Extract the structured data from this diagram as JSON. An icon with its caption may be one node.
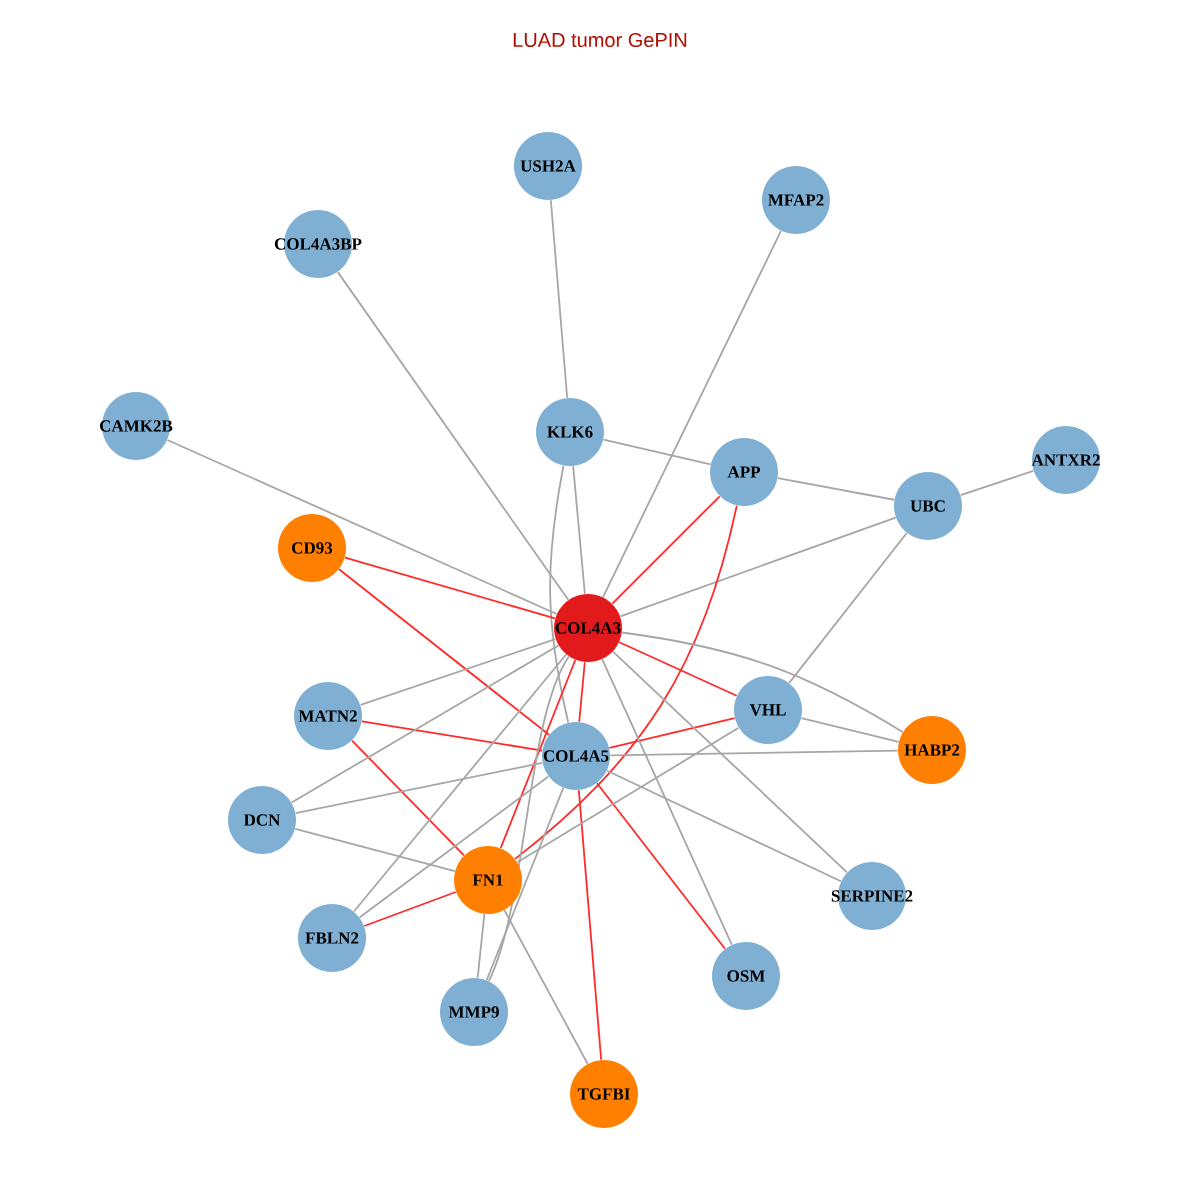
{
  "diagram": {
    "title": "LUAD tumor GePIN",
    "nodes": [
      {
        "text": [
          "USH2A"
        ]
      },
      {
        "text": [
          "MFAP2"
        ]
      },
      {
        "text": [
          "COL4A3BP"
        ]
      },
      {
        "text": [
          "CAMK2B"
        ]
      },
      {
        "text": [
          "KLK6"
        ]
      },
      {
        "text": [
          "APP"
        ]
      },
      {
        "text": [
          "ANTXR2"
        ]
      },
      {
        "text": [
          "UBC"
        ]
      },
      {
        "text": [
          "CD93"
        ]
      },
      {
        "text": [
          "COL4A3"
        ]
      },
      {
        "text": [
          "MATN2"
        ]
      },
      {
        "text": [
          "VHL"
        ]
      },
      {
        "text": [
          "COL4A5"
        ]
      },
      {
        "text": [
          "HABP2"
        ]
      },
      {
        "text": [
          "DCN"
        ]
      },
      {
        "text": [
          "FN1"
        ]
      },
      {
        "text": [
          "SERPINE2"
        ]
      },
      {
        "text": [
          "FBLN2"
        ]
      },
      {
        "text": [
          "OSM"
        ]
      },
      {
        "text": [
          "MMP9"
        ]
      },
      {
        "text": [
          "TGFBI"
        ]
      }
    ],
    "edges": [
      {
        "from": 0,
        "to": 4,
        "arrow": "none"
      },
      {
        "from": 2,
        "to": 9,
        "arrow": "none"
      },
      {
        "from": 3,
        "to": 9,
        "arrow": "none"
      },
      {
        "from": 4,
        "to": 9,
        "arrow": "none"
      },
      {
        "from": 4,
        "to": 12,
        "arrow": "none"
      },
      {
        "from": 4,
        "to": 5,
        "arrow": "none"
      },
      {
        "from": 5,
        "to": 7,
        "arrow": "none"
      },
      {
        "from": 1,
        "to": 9,
        "arrow": "none"
      },
      {
        "from": 7,
        "to": 6,
        "arrow": "none"
      },
      {
        "from": 7,
        "to": 9,
        "arrow": "none"
      },
      {
        "from": 7,
        "to": 11,
        "arrow": "none"
      },
      {
        "from": 8,
        "to": 9,
        "arrow": "none",
        "color": "#ff2a2a"
      },
      {
        "from": 8,
        "to": 12,
        "arrow": "none",
        "color": "#ff2a2a"
      },
      {
        "from": 5,
        "to": 9,
        "arrow": "none",
        "color": "#ff2a2a"
      },
      {
        "from": 5,
        "to": 15,
        "arrow": "none",
        "color": "#ff2a2a"
      },
      {
        "from": 10,
        "to": 12,
        "arrow": "none",
        "color": "#ff2a2a"
      },
      {
        "from": 10,
        "to": 15,
        "arrow": "none",
        "color": "#ff2a2a"
      },
      {
        "from": 9,
        "to": 15,
        "arrow": "none",
        "color": "#ff2a2a"
      },
      {
        "from": 9,
        "to": 12,
        "arrow": "none",
        "color": "#ff2a2a"
      },
      {
        "from": 9,
        "to": 11,
        "arrow": "none",
        "color": "#ff2a2a"
      },
      {
        "from": 11,
        "to": 12,
        "arrow": "none",
        "color": "#ff2a2a"
      },
      {
        "from": 12,
        "to": 20,
        "arrow": "none",
        "color": "#ff2a2a"
      },
      {
        "from": 12,
        "to": 18,
        "arrow": "none",
        "color": "#ff2a2a"
      },
      {
        "from": 15,
        "to": 17,
        "arrow": "none",
        "color": "#ff2a2a"
      },
      {
        "from": 9,
        "to": 10,
        "arrow": "none"
      },
      {
        "from": 9,
        "to": 14,
        "arrow": "none"
      },
      {
        "from": 9,
        "to": 17,
        "arrow": "none"
      },
      {
        "from": 9,
        "to": 19,
        "arrow": "none"
      },
      {
        "from": 9,
        "to": 18,
        "arrow": "none"
      },
      {
        "from": 9,
        "to": 16,
        "arrow": "none"
      },
      {
        "from": 9,
        "to": 13,
        "arrow": "none"
      },
      {
        "from": 12,
        "to": 14,
        "arrow": "none"
      },
      {
        "from": 12,
        "to": 13,
        "arrow": "none"
      },
      {
        "from": 12,
        "to": 16,
        "arrow": "none"
      },
      {
        "from": 12,
        "to": 19,
        "arrow": "none"
      },
      {
        "from": 12,
        "to": 17,
        "arrow": "none"
      },
      {
        "from": 14,
        "to": 15,
        "arrow": "none"
      },
      {
        "from": 15,
        "to": 19,
        "arrow": "none"
      },
      {
        "from": 15,
        "to": 20,
        "arrow": "none"
      },
      {
        "from": 11,
        "to": 13,
        "arrow": "none"
      },
      {
        "from": 11,
        "to": 15,
        "arrow": "none"
      }
    ]
  }
}
